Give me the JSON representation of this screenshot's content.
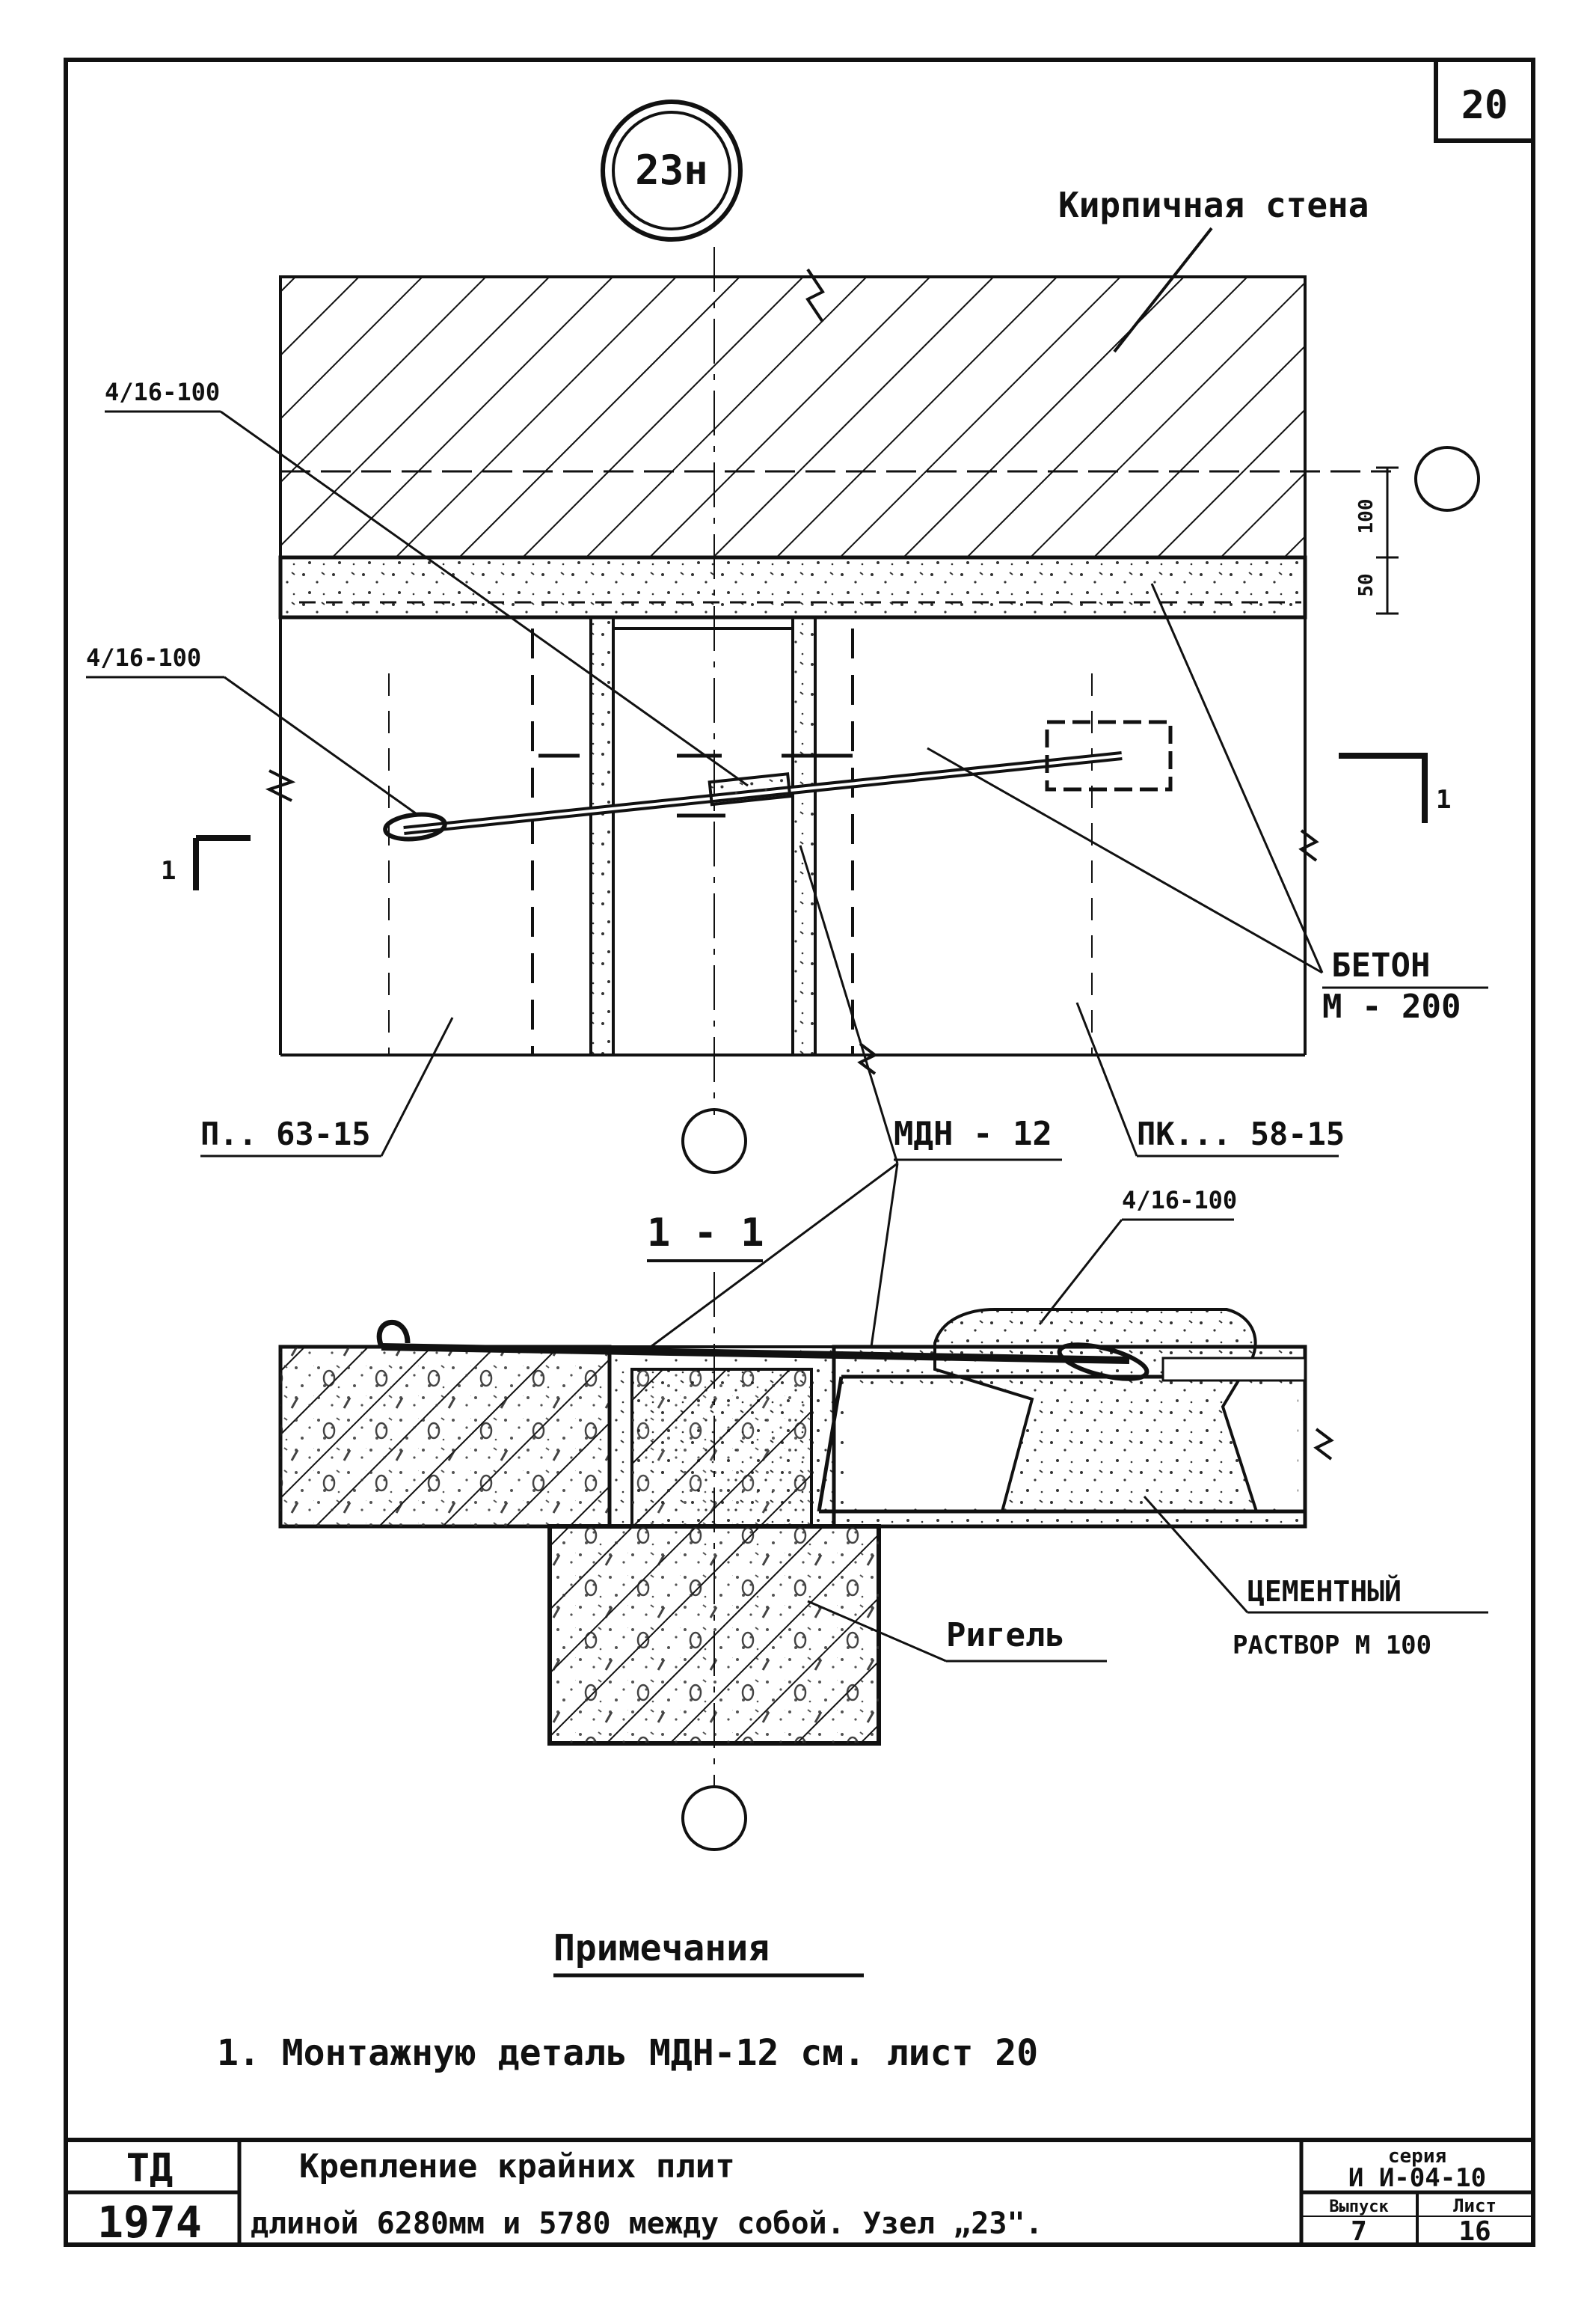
{
  "sheet": {
    "page_number": "20",
    "node_mark": "23н"
  },
  "plan_view": {
    "wall_label": "Кирпичная стена",
    "tie_mark_top": "4/16-100",
    "tie_mark_left": "4/16-100",
    "concrete_label_line1": "БЕТОН",
    "concrete_label_line2": "М - 200",
    "panel_left": "П.. 63-15",
    "panel_right": "ПК... 58-15",
    "dim_100": "100",
    "dim_50": "50",
    "section_mark": "1"
  },
  "section_view": {
    "title": "1 - 1",
    "detail_label": "МДН - 12",
    "tie_mark": "4/16-100",
    "mortar_line1": "ЦЕМЕНТНЫЙ",
    "mortar_line2": "РАСТВОР М 100",
    "beam_label": "Ригель"
  },
  "notes": {
    "heading": "Примечания",
    "item_1": "1. Монтажную деталь МДН-12 см. лист 20"
  },
  "title_block": {
    "org": "ТД",
    "year": "1974",
    "title_line1": "Крепление крайних плит",
    "title_line2": "длиной 6280мм и 5780 между собой. Узел „23\".",
    "series_label": "серия",
    "series_value": "И И-04-10",
    "issue_label": "Выпуск",
    "issue_value": "7",
    "sheet_label": "Лист",
    "sheet_value": "16"
  }
}
